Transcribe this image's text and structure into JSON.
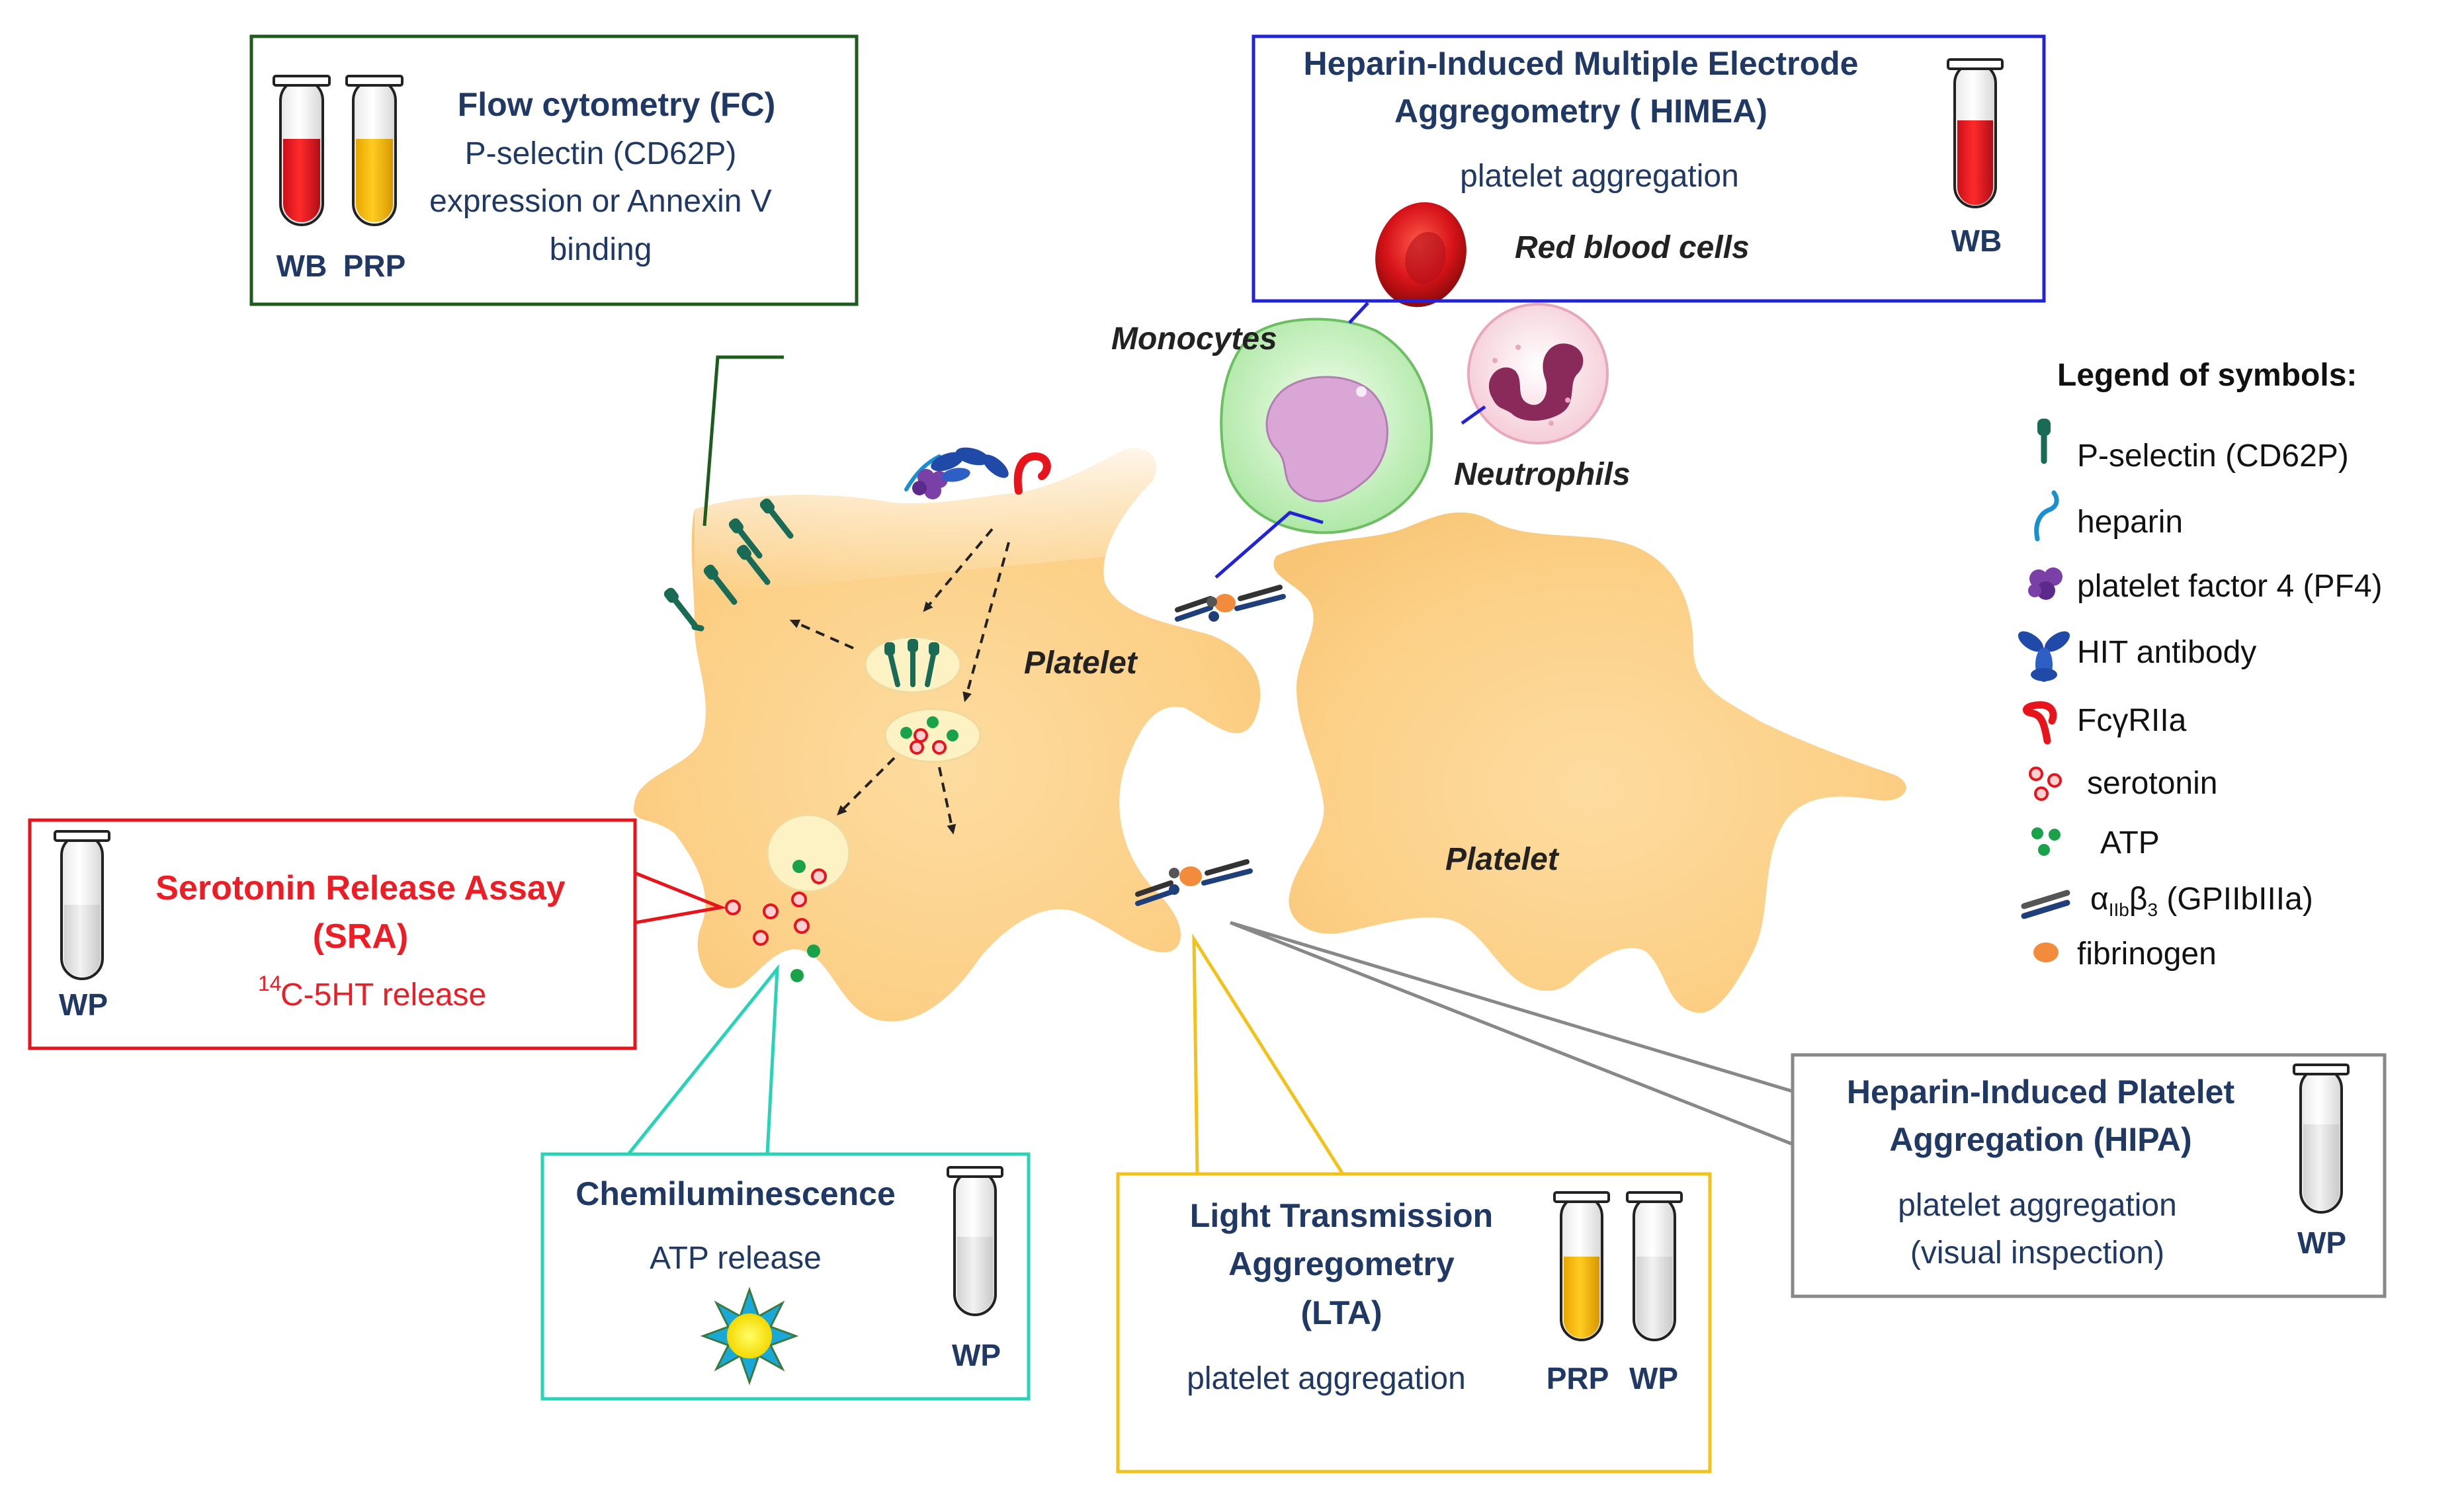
{
  "fc_box": {
    "title": "Flow cytometry (FC)",
    "line1": "P-selectin (CD62P)",
    "line2": "expression or Annexin V",
    "line3": "binding",
    "tube1_label": "WB",
    "tube2_label": "PRP"
  },
  "himea_box": {
    "title1": "Heparin-Induced Multiple Electrode",
    "title2": "Aggregometry ( HIMEA)",
    "subtitle": "platelet aggregation",
    "tube_label": "WB"
  },
  "cells": {
    "rbc": "Red blood cells",
    "monocytes": "Monocytes",
    "neutrophils": "Neutrophils",
    "platelet_left": "Platelet",
    "platelet_right": "Platelet"
  },
  "sra_box": {
    "title1": "Serotonin Release Assay",
    "title2": "(SRA)",
    "sup": "14",
    "detail": "C-5HT release",
    "tube_label": "WP"
  },
  "chemi_box": {
    "title": "Chemiluminescence",
    "detail": "ATP release",
    "tube_label": "WP"
  },
  "lta_box": {
    "title1": "Light Transmission",
    "title2": "Aggregometry",
    "title3": "(LTA)",
    "detail": "platelet aggregation",
    "tube1_label": "PRP",
    "tube2_label": "WP"
  },
  "hipa_box": {
    "title1": "Heparin-Induced Platelet",
    "title2": "Aggregation (HIPA)",
    "detail1": "platelet aggregation",
    "detail2": "(visual inspection)",
    "tube_label": "WP"
  },
  "legend": {
    "title": "Legend of symbols:",
    "pselectin": "P-selectin (CD62P)",
    "heparin": "heparin",
    "pf4": "platelet factor 4 (PF4)",
    "hit": "HIT antibody",
    "fcgr_pre": "Fc",
    "fcgr_gamma": "γ",
    "fcgr_post": "RIIa",
    "serotonin": "serotonin",
    "atp": "ATP",
    "integrin_alpha": "α",
    "integrin_iib": "IIb",
    "integrin_beta": "β",
    "integrin_3": "3",
    "integrin_post": " (GPIIbIIIa)",
    "fibrinogen": "fibrinogen"
  },
  "colors": {
    "fc_border": "#1e5b1e",
    "himea_border": "#2222dd",
    "sra_border": "#e8141c",
    "chemi_border": "#2ad3b8",
    "lta_border": "#f2c21b",
    "hipa_border": "#888888",
    "text_navy": "#1f3864",
    "platelet_fill": "#fcd48f"
  }
}
